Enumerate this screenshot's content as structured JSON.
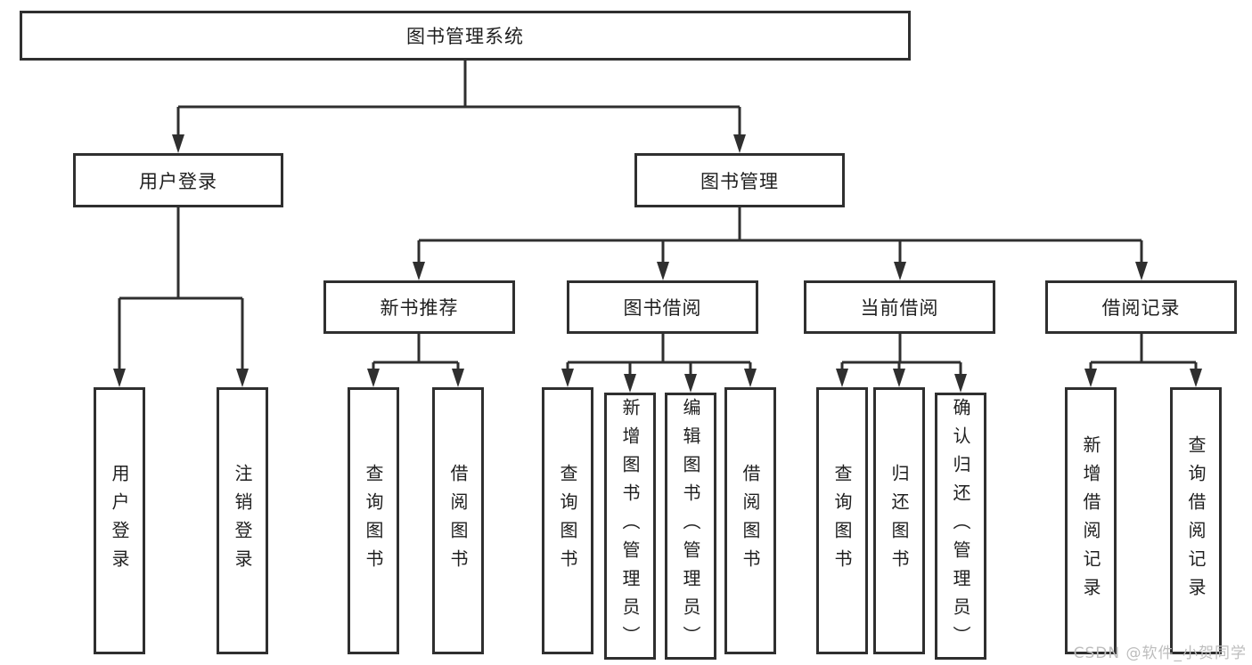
{
  "diagram": {
    "root": "图书管理系统",
    "level2": {
      "user_login": "用户登录",
      "book_management": "图书管理"
    },
    "level3": {
      "new_book_recommend": "新书推荐",
      "book_borrowing": "图书借阅",
      "current_borrowing": "当前借阅",
      "borrowing_records": "借阅记录"
    },
    "leaves": {
      "under_user_login": [
        "用户登录",
        "注销登录"
      ],
      "under_new_book_recommend": [
        "查询图书",
        "借阅图书"
      ],
      "under_book_borrowing": [
        "查询图书",
        "新增图书（管理员）",
        "编辑图书（管理员）",
        "借阅图书"
      ],
      "under_current_borrowing": [
        "查询图书",
        "归还图书",
        "确认归还（管理员）"
      ],
      "under_borrowing_records": [
        "新增借阅记录",
        "查询借阅记录"
      ]
    }
  },
  "watermark": "CSDN @软件_小贺同学",
  "colors": {
    "line": "#2f2f2f",
    "text": "#1f1f1f",
    "watermark_gray": "#bdbdbd",
    "background": "#ffffff"
  }
}
